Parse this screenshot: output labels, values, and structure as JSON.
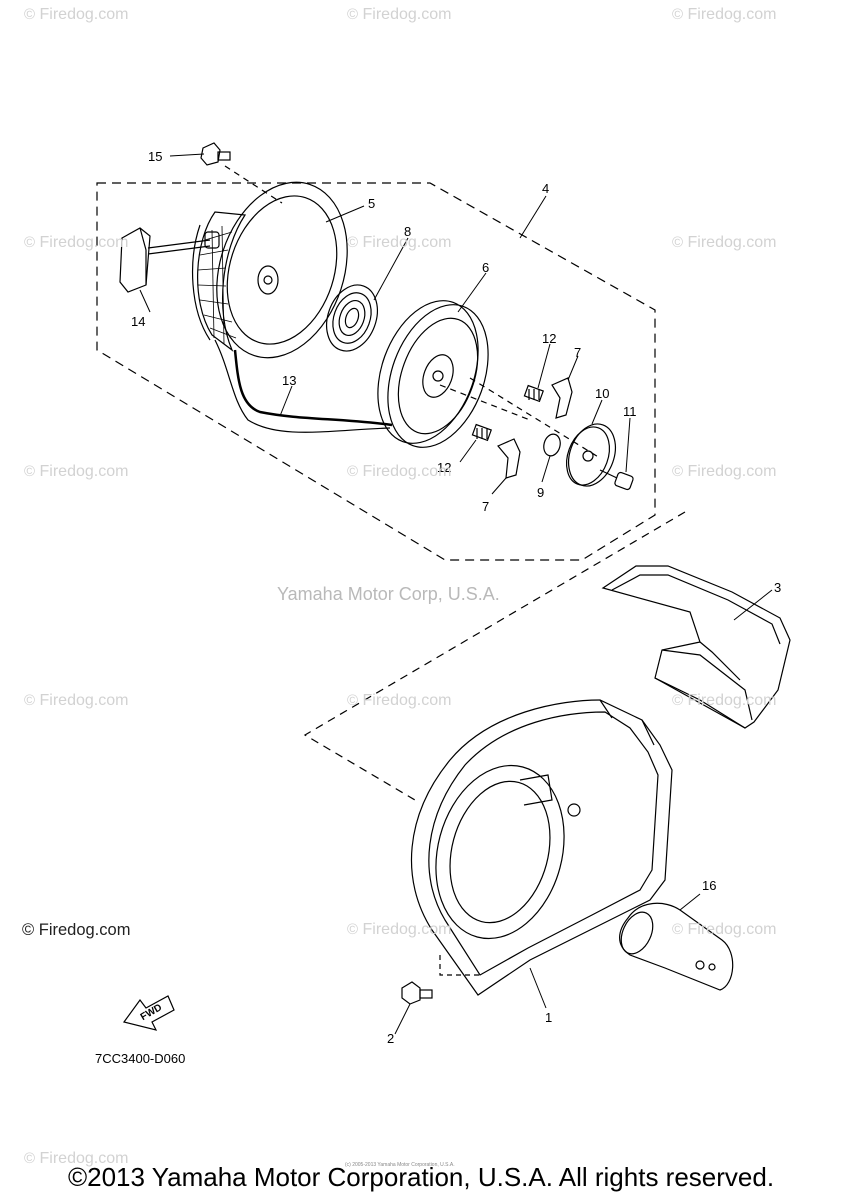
{
  "watermark": {
    "symbol": "©",
    "text": "Firedog.com"
  },
  "watermark_positions_count": 15,
  "credit_text": "Yamaha Motor Corp, U.S.A.",
  "firedog_credit": "© Firedog.com",
  "diagram_code": "7CC3400-D060",
  "fwd_label": "FWD",
  "footer": "©2013 Yamaha Motor Corporation, U.S.A. All rights reserved.",
  "tiny_print": "(c) 2005-2013 Yamaha Motor Corporation, U.S.A.",
  "callouts": {
    "c1": "1",
    "c2": "2",
    "c3": "3",
    "c4": "4",
    "c5": "5",
    "c6": "6",
    "c7a": "7",
    "c7b": "7",
    "c8": "8",
    "c9": "9",
    "c10": "10",
    "c11": "11",
    "c12a": "12",
    "c12b": "12",
    "c13": "13",
    "c14": "14",
    "c15": "15",
    "c16": "16"
  },
  "colors": {
    "line": "#000000",
    "watermark": "#d2d2d2",
    "credit": "#b9b9b9"
  }
}
